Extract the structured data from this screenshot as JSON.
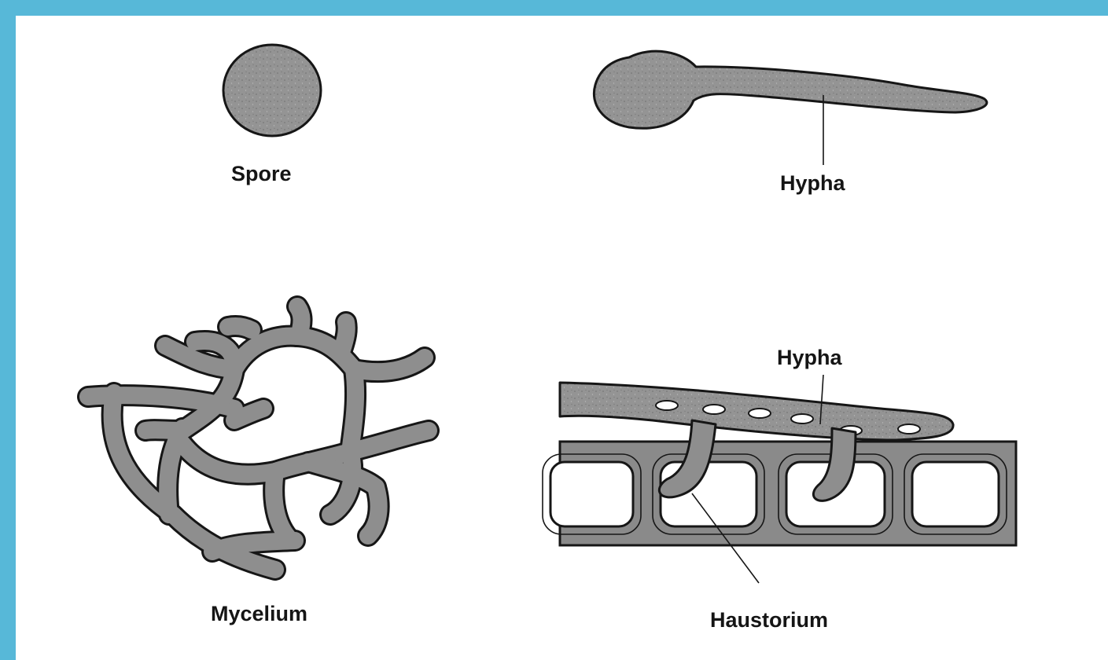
{
  "figure": {
    "colors": {
      "frame": "#57b8d8",
      "background": "#ffffff",
      "fungus_fill": "#8e8e8e",
      "cell_wall": "#8a8a8a",
      "outline": "#161616"
    },
    "labels": {
      "spore": "Spore",
      "hypha_top": "Hypha",
      "mycelium": "Mycelium",
      "hypha_bottom": "Hypha",
      "haustorium": "Haustorium"
    }
  }
}
